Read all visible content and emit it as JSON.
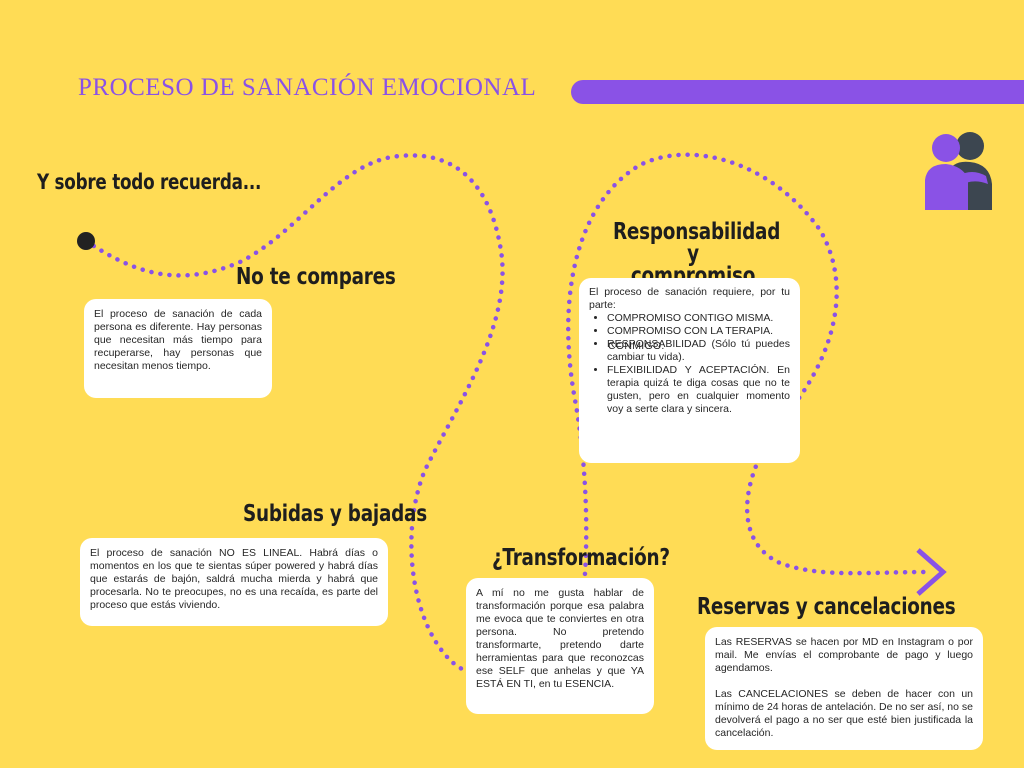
{
  "title": "PROCESO DE SANACIÓN EMOCIONAL",
  "intro": "Y sobre todo recuerda...",
  "sections": {
    "no_compares": {
      "heading": "No te compares",
      "text": "El proceso de sanación de cada persona es diferente. Hay personas que necesitan más tiempo para recuperarse, hay personas que necesitan menos tiempo."
    },
    "subidas": {
      "heading": "Subidas y bajadas",
      "text": "El proceso de sanación NO ES LINEAL. Habrá días o momentos en los que te sientas súper powered y habrá días que estarás de bajón, saldrá mucha mierda y habrá que procesarla. No te preocupes, no es una recaída, es parte del proceso que estás viviendo."
    },
    "responsabilidad": {
      "heading_line1": "Responsabilidad y",
      "heading_line2": "compromiso",
      "intro": "El proceso de sanación requiere, por tu parte:",
      "items": [
        "COMPROMISO CONTIGO MISMA.",
        "COMPROMISO CON LA TERAPIA.",
        "RESPONSABILIDAD (Sólo tú puedes cambiar tu vida).",
        "FLEXIBILIDAD Y ACEPTACIÓN. En terapia quizá te diga cosas que no te gusten, pero en cualquier momento voy a serte clara y sincera."
      ],
      "overlap_text": "CONMIGO."
    },
    "transformacion": {
      "heading": "¿Transformación?",
      "text": "A mí no me gusta hablar de transformación porque esa palabra me evoca que te conviertes en otra persona. No pretendo transformarte, pretendo darte herramientas para que reconozcas ese SELF que anhelas y que YA ESTÁ EN TI, en tu ESENCIA."
    },
    "reservas": {
      "heading": "Reservas y cancelaciones",
      "text1": "Las RESERVAS se hacen por MD en Instagram o por mail. Me envías el comprobante de pago y luego agendamos.",
      "text2": "Las CANCELACIONES se deben de hacer con un mínimo de 24 horas de antelación. De no ser así, no se devolverá el pago a no ser que esté bien justificada la cancelación."
    }
  },
  "icons": {
    "hug": "hug-icon",
    "arrow": "chevron-right-icon"
  },
  "colors": {
    "background": "#ffdc55",
    "accent": "#8a52e6",
    "dark": "#3c4650",
    "text": "#1e1e1e"
  }
}
